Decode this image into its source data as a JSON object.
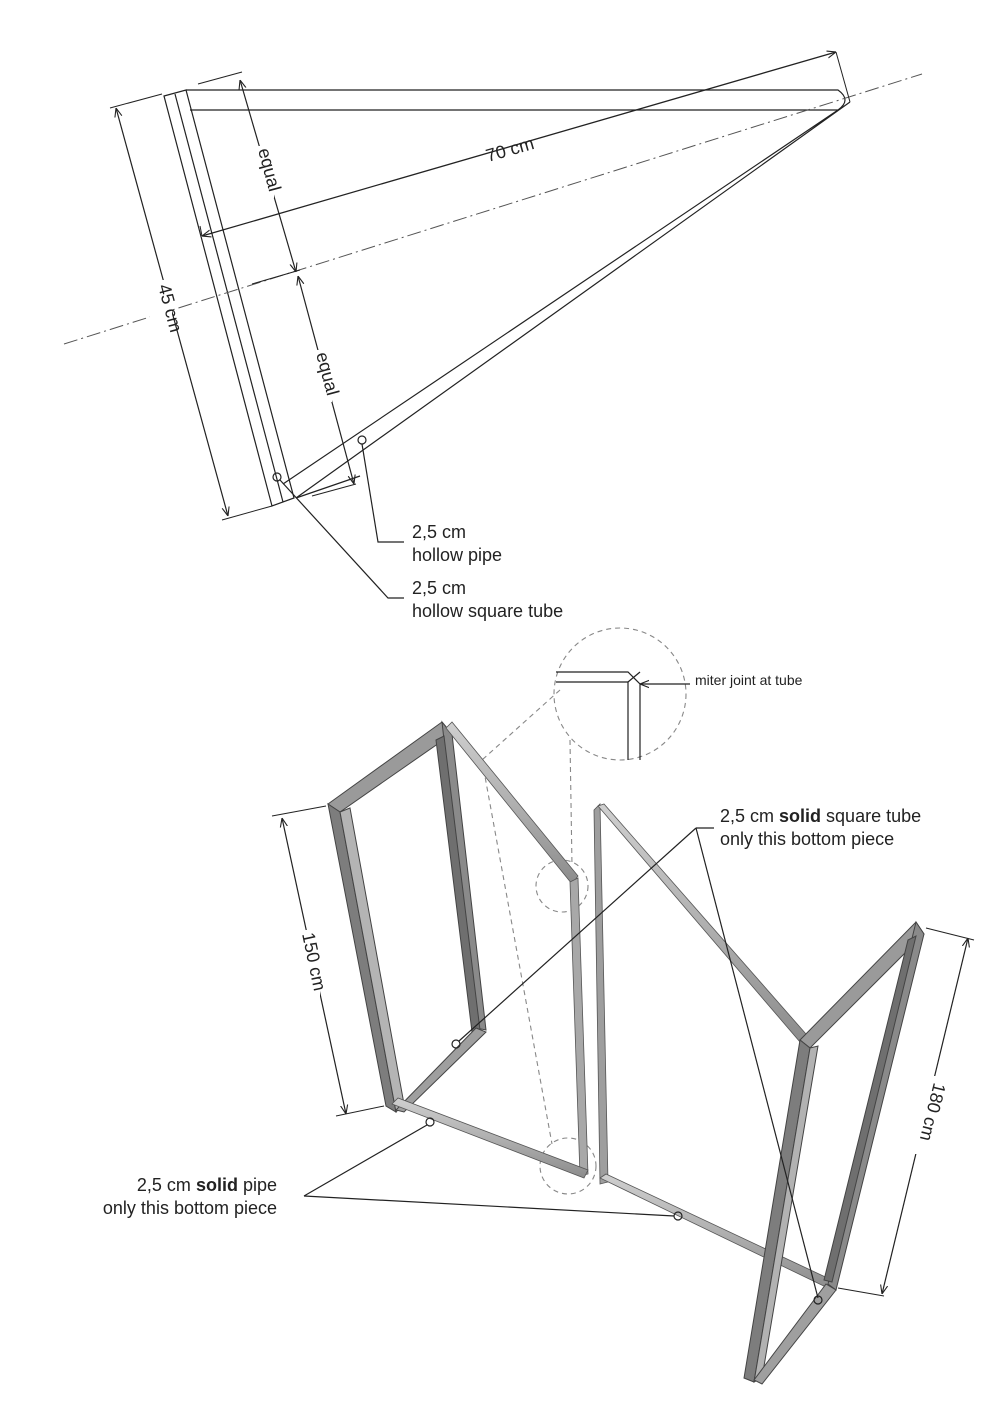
{
  "top_bracket": {
    "width_label": "70 cm",
    "height_label": "45 cm",
    "equal_upper_label": "equal",
    "equal_lower_label": "equal",
    "callout_pipe": {
      "line1": "2,5 cm",
      "line2": "hollow pipe"
    },
    "callout_square": {
      "line1": "2,5 cm",
      "line2": "hollow square tube"
    }
  },
  "bottom_frame": {
    "miter_label": "miter joint at tube",
    "solid_square_callout": {
      "line1_prefix": "2,5 cm ",
      "line1_bold": "solid",
      "line1_suffix": " square tube",
      "line2": "only this bottom piece"
    },
    "solid_pipe_callout": {
      "line1_prefix": "2,5 cm ",
      "line1_bold": "solid",
      "line1_suffix": " pipe",
      "line2": "only this bottom piece"
    },
    "height_left_label": "150 cm",
    "height_right_label": "180 cm"
  }
}
